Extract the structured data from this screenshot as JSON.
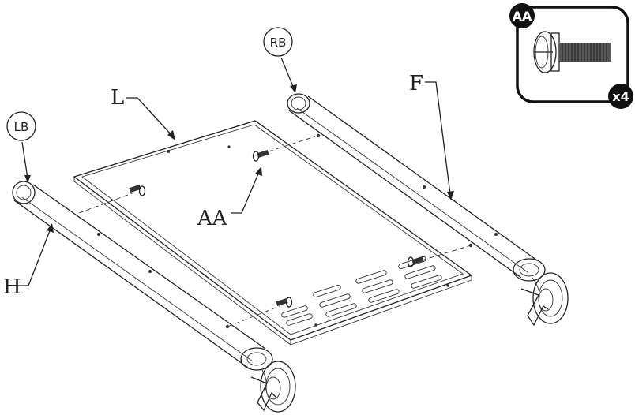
{
  "labels": {
    "lb": "LB",
    "rb": "RB",
    "l": "L",
    "f": "F",
    "h": "H",
    "aa": "AA"
  },
  "inset": {
    "part": "AA",
    "quantity": "x4"
  },
  "colors": {
    "line": "#222222",
    "badge": "#111111",
    "background": "#ffffff"
  }
}
